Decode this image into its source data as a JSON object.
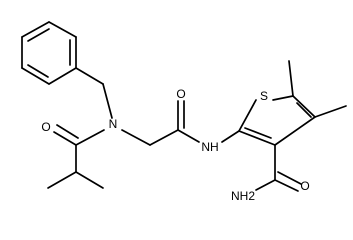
{
  "molecule": {
    "atom_labels": {
      "n_amide": "N",
      "o_isobutyryl": "O",
      "o_acetamide": "O",
      "nh": "NH",
      "s_ring": "S",
      "nh2": "NH2",
      "o_carboxamide": "O"
    },
    "colors": {
      "bond": "#000000",
      "background": "#ffffff"
    }
  }
}
